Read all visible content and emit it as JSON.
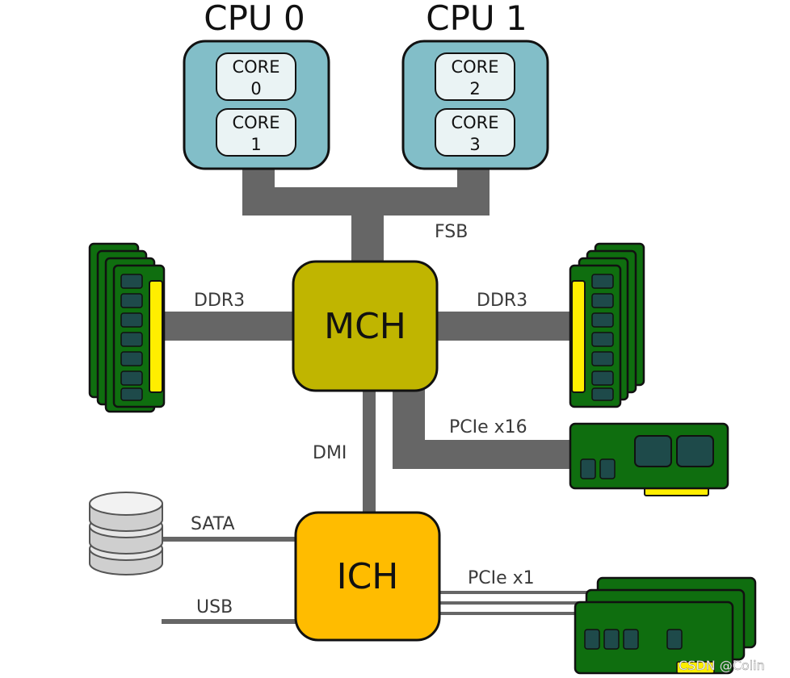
{
  "cpus": [
    {
      "title": "CPU 0",
      "cores": [
        {
          "line1": "CORE",
          "line2": "0"
        },
        {
          "line1": "CORE",
          "line2": "1"
        }
      ]
    },
    {
      "title": "CPU 1",
      "cores": [
        {
          "line1": "CORE",
          "line2": "2"
        },
        {
          "line1": "CORE",
          "line2": "3"
        }
      ]
    }
  ],
  "buses": {
    "fsb": "FSB",
    "ddr3_left": "DDR3",
    "ddr3_right": "DDR3",
    "pcie_x16": "PCIe x16",
    "dmi": "DMI",
    "sata": "SATA",
    "usb": "USB",
    "pcie_x1": "PCIe x1"
  },
  "chips": {
    "mch": "MCH",
    "ich": "ICH"
  },
  "watermark": "CSDN @Colin",
  "colors": {
    "cpu_fill": "#82bec8",
    "core_fill": "#eaf3f4",
    "bus": "#666666",
    "mch_fill": "#c0b500",
    "ich_fill": "#ffbc00",
    "board_green": "#0f6e0f",
    "chip_dark": "#1e4a4a",
    "gold": "#ffee00"
  }
}
